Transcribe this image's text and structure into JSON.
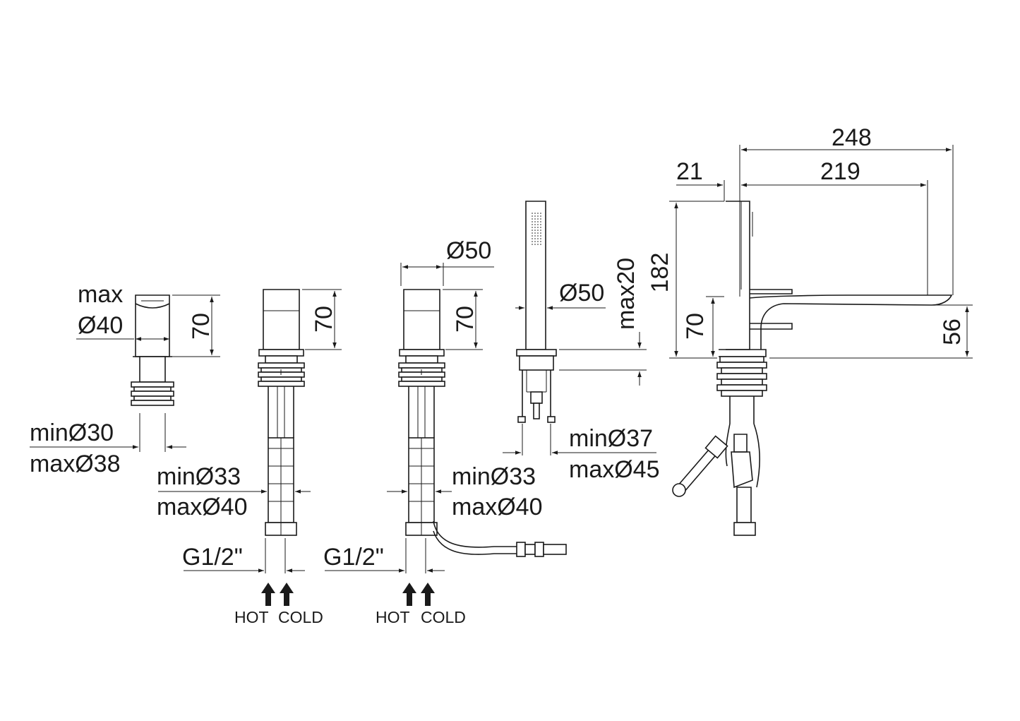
{
  "unit1": {
    "max_label": "max",
    "dia_label": "Ø40",
    "height": "70",
    "min_hole": "minØ30",
    "max_hole": "maxØ38"
  },
  "unit2": {
    "height": "70",
    "min_hole": "minØ33",
    "max_hole": "maxØ40",
    "thread": "G1/2\"",
    "hot": "HOT",
    "cold": "COLD"
  },
  "unit3": {
    "diameter": "Ø50",
    "height": "70",
    "min_hole": "minØ33",
    "max_hole": "maxØ40",
    "thread": "G1/2\"",
    "hot": "HOT",
    "cold": "COLD"
  },
  "unit4": {
    "diameter": "Ø50",
    "max_thickness": "max20",
    "min_hole": "minØ37",
    "max_hole": "maxØ45"
  },
  "unit5": {
    "total_length": "248",
    "offset": "21",
    "spout_reach": "219",
    "total_height": "182",
    "lever_height": "70",
    "spout_height": "56"
  }
}
